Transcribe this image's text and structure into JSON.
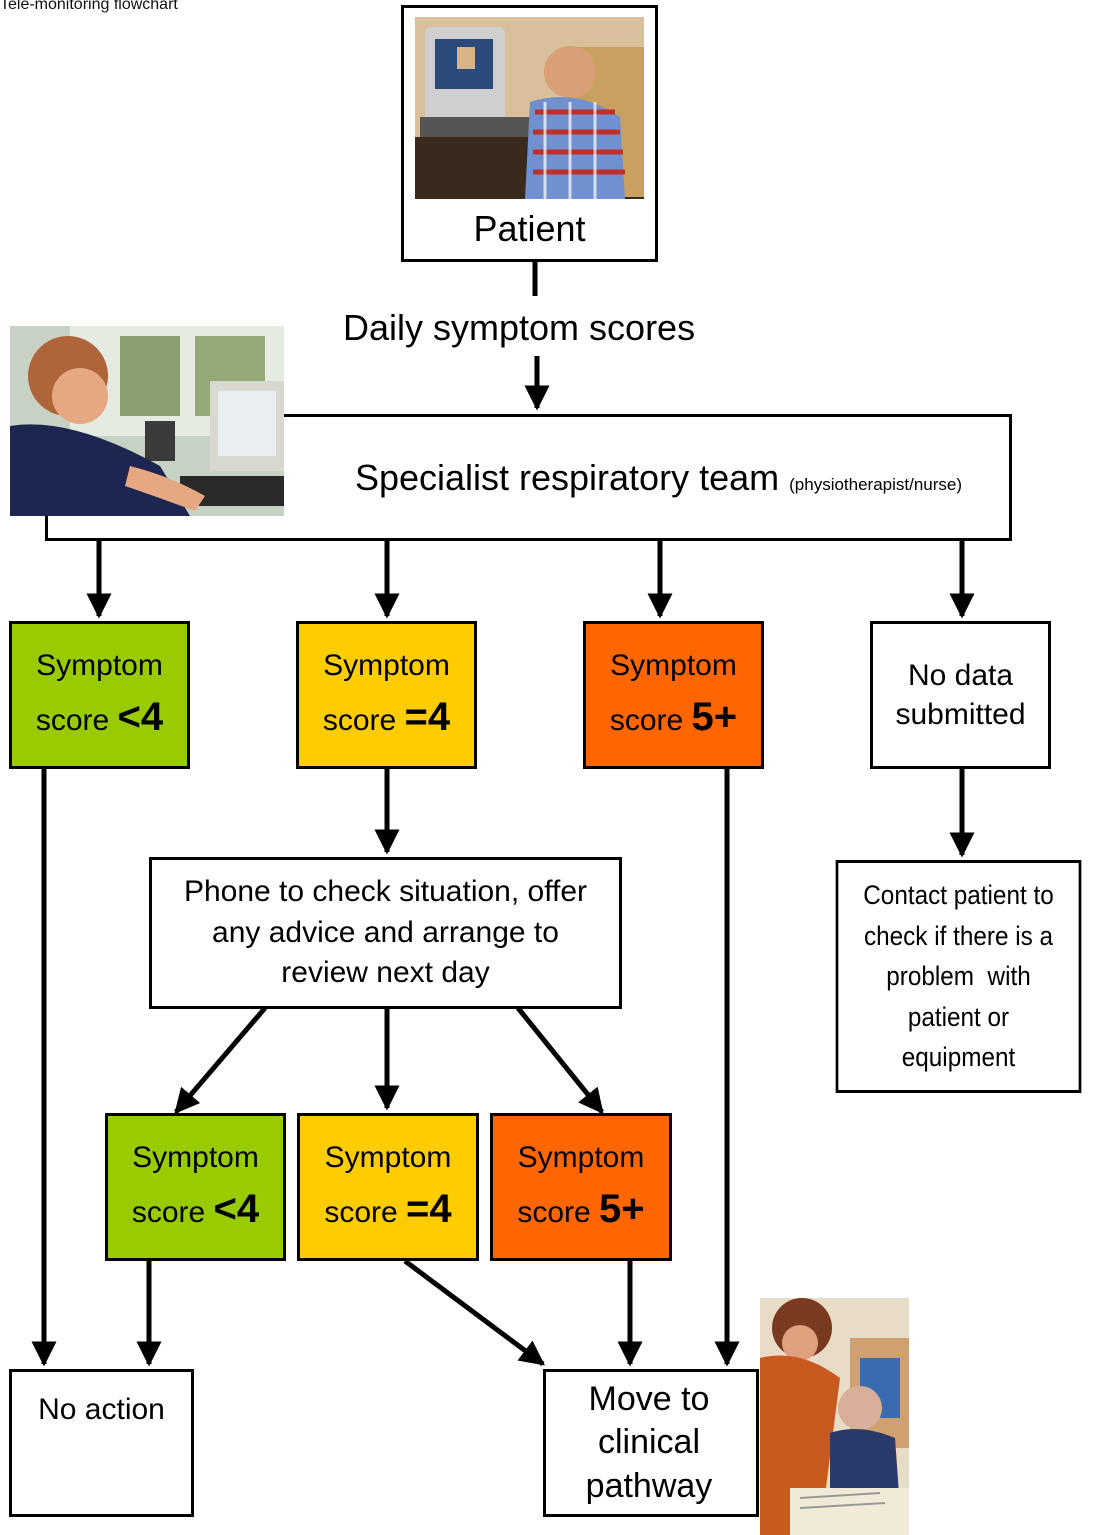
{
  "caption": "Tele-monitoring flowchart",
  "patient": {
    "label": "Patient"
  },
  "flow_label": "Daily symptom scores",
  "team": {
    "label": "Specialist respiratory team",
    "note": "(physiotherapist/nurse)"
  },
  "row1": [
    {
      "line1": "Symptom",
      "line2": "score",
      "value": "<4",
      "color": "#99cc00"
    },
    {
      "line1": "Symptom",
      "line2": "score",
      "value": "=4",
      "color": "#ffcc00"
    },
    {
      "line1": "Symptom",
      "line2": "score",
      "value": "5+",
      "color": "#ff6600"
    },
    {
      "line1": "No data",
      "line2": "submitted",
      "color": "#ffffff"
    }
  ],
  "phone": {
    "line1": "Phone to check situation, offer",
    "line2": "any advice and arrange to",
    "line3": "review next day"
  },
  "contact": {
    "line1": "Contact patient to",
    "line2": "check if there is a",
    "line3": "problem  with",
    "line4": "patient or",
    "line5": "equipment"
  },
  "row2": [
    {
      "line1": "Symptom",
      "line2": "score",
      "value": "<4",
      "color": "#99cc00"
    },
    {
      "line1": "Symptom",
      "line2": "score",
      "value": "=4",
      "color": "#ffcc00"
    },
    {
      "line1": "Symptom",
      "line2": "score",
      "value": "5+",
      "color": "#ff6600"
    }
  ],
  "no_action": {
    "label": "No action"
  },
  "clinical": {
    "line1": "Move to",
    "line2": "clinical",
    "line3": "pathway"
  }
}
